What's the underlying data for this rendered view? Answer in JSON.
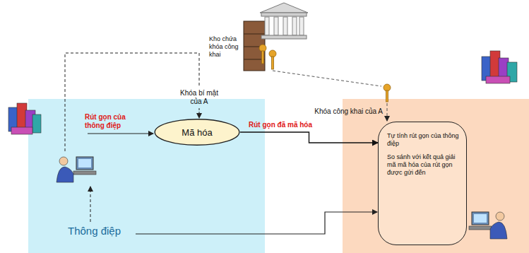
{
  "diagram": {
    "nodes": [
      {
        "text": [
          "Mã hóa"
        ]
      },
      {
        "text": [
          "Tự tính rút gọn của thông điệp",
          "So sánh với kết quả giải mã mã hóa của rút gọn được gửi đến"
        ]
      }
    ],
    "edges": [
      {
        "from": 0,
        "to": 1,
        "arrow": "to",
        "label": "Rút gọn đã mã hóa"
      }
    ],
    "labels": [
      "Kho chứa khóa công khai",
      "Khóa bí mật của A",
      "Khóa công khai của A",
      "Rút gọn của thông điệp",
      "Thông điệp"
    ]
  }
}
